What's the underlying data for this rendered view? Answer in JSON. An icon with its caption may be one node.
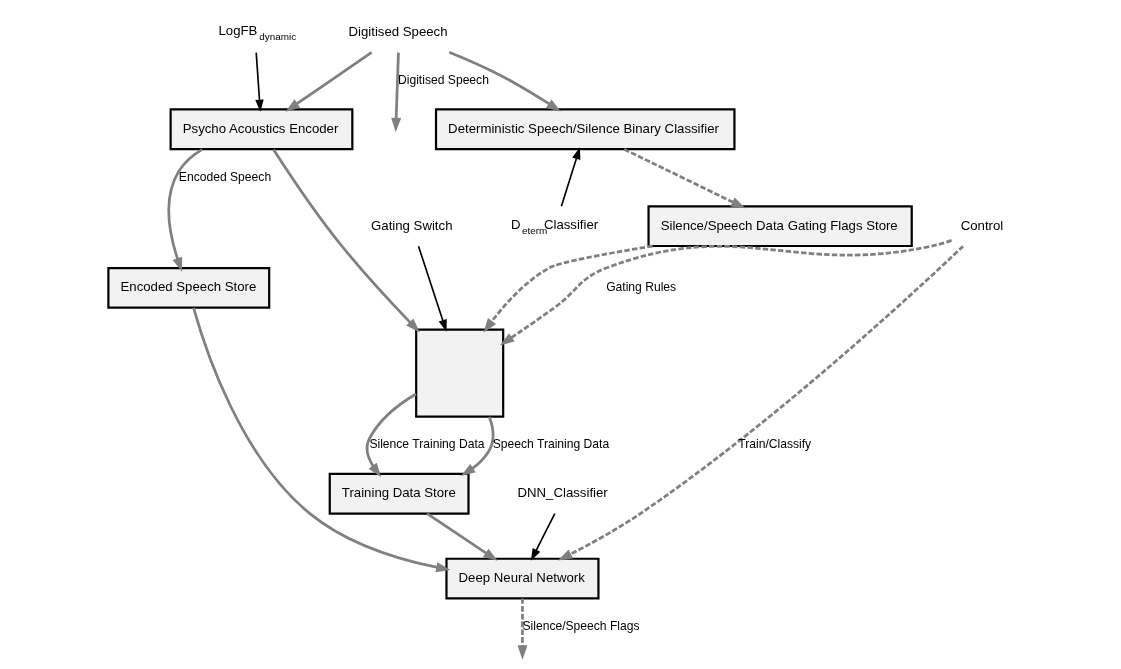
{
  "diagram": {
    "nodes": [
      {
        "text": [
          "Deterministic Speech/Silence Binary Classifier"
        ]
      },
      {
        "text": [
          "Psycho Acoustics Encoder"
        ]
      },
      {
        "text": [
          "Silence/Speech Data Gating Flags Store"
        ]
      },
      {
        "text": [],
        "shape": "box"
      },
      {
        "text": [
          "Encoded Speech Store"
        ]
      },
      {
        "text": [
          "Training Data Store"
        ]
      },
      {
        "text": [
          "Deep Neural Network"
        ]
      },
      {
        "text": [
          "Digitised Speech"
        ]
      },
      {
        "text": [
          "LogFB$_{dynamic}$"
        ]
      },
      {
        "text": [
          "D$_{eterm}$Classifier"
        ]
      },
      {
        "text": [
          "Gating Switch"
        ]
      },
      {
        "text": [
          "DNN_Classifier"
        ]
      },
      {
        "text": [
          "Control"
        ]
      }
    ],
    "edges": [
      {
        "from": 7,
        "to": 0,
        "arrow": "to"
      },
      {
        "from": 7,
        "to": 1,
        "arrow": "to"
      },
      {
        "from": 7,
        "to": null,
        "arrow": "to",
        "label": "Digitised Speech"
      },
      {
        "from": 0,
        "to": 2,
        "arrow": "to",
        "style": "dashed"
      },
      {
        "from": 1,
        "to": 3,
        "arrow": "to"
      },
      {
        "from": 1,
        "to": 4,
        "arrow": "to",
        "label": "Encoded Speech"
      },
      {
        "from": 2,
        "to": 3,
        "arrow": "to",
        "style": "dashed"
      },
      {
        "from": 12,
        "to": 3,
        "arrow": "to",
        "style": "dashed",
        "label": "Gating Rules"
      },
      {
        "from": 3,
        "to": 5,
        "arrow": "to",
        "label": "Silence Training Data"
      },
      {
        "from": 3,
        "to": 5,
        "arrow": "to",
        "label": "Speech Training Data"
      },
      {
        "from": 4,
        "to": 6,
        "arrow": "to"
      },
      {
        "from": 5,
        "to": 6,
        "arrow": "to"
      },
      {
        "from": 12,
        "to": 6,
        "arrow": "to",
        "style": "dashed",
        "label": "Train/Classify"
      },
      {
        "from": 6,
        "to": null,
        "arrow": "to",
        "style": "dashed",
        "label": "Silence/Speech Flags"
      },
      {
        "from": 8,
        "to": 1,
        "arrow": "to",
        "color": "#000000"
      },
      {
        "from": 9,
        "to": 0,
        "arrow": "to",
        "color": "#000000"
      },
      {
        "from": 10,
        "to": 3,
        "arrow": "to",
        "color": "#000000"
      },
      {
        "from": 11,
        "to": 6,
        "arrow": "to",
        "color": "#000000"
      }
    ]
  }
}
